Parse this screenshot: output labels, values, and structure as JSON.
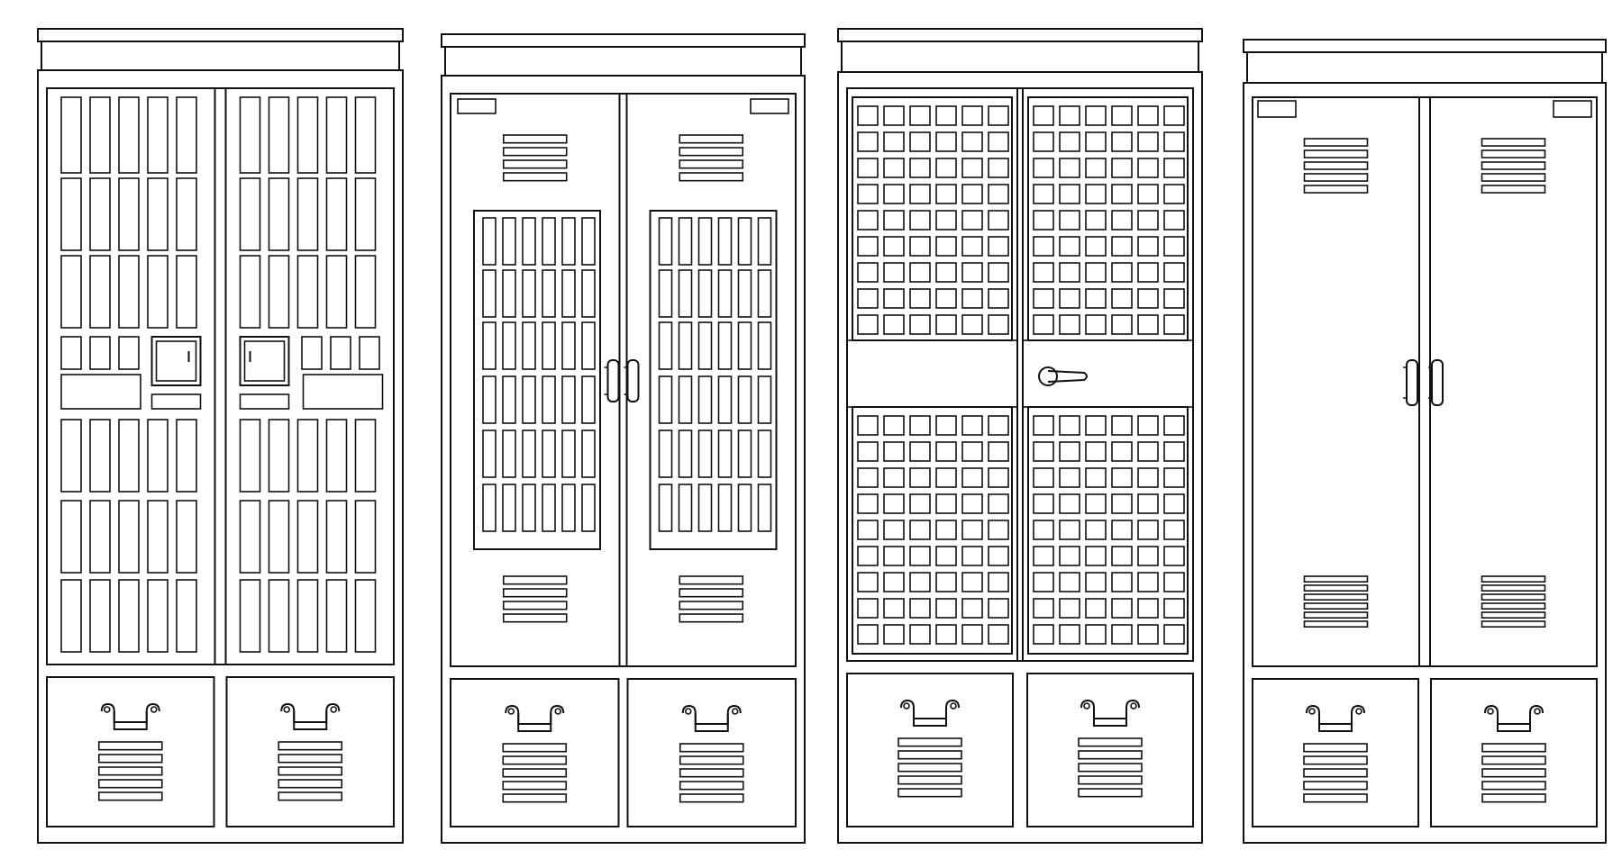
{
  "canvas": {
    "background": "#ffffff",
    "line_color": "#111111"
  },
  "lockers": [
    {
      "style": "vertical-slots",
      "top_handle": "none",
      "middle": "keypads"
    },
    {
      "style": "grille-panel",
      "middle": "pull-handles"
    },
    {
      "style": "square-grid",
      "middle": "lever-handle"
    },
    {
      "style": "plain",
      "middle": "pull-handles"
    }
  ]
}
